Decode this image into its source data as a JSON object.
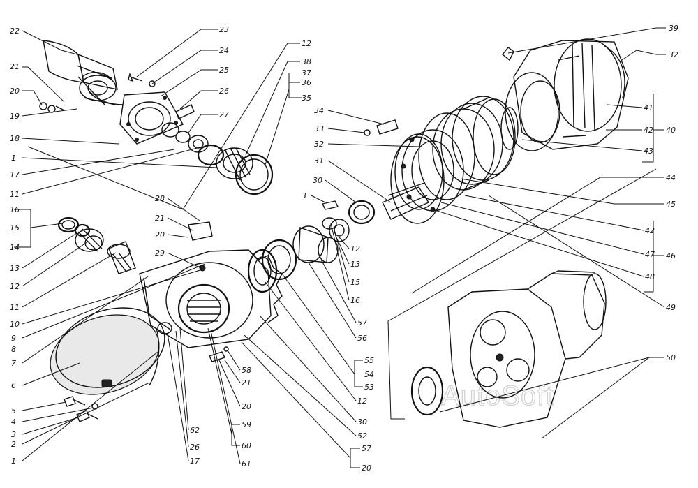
{
  "labels": [
    {
      "id": "22a",
      "text": "22"
    },
    {
      "id": "21a",
      "text": "21"
    },
    {
      "id": "20a",
      "text": "20"
    },
    {
      "id": "19",
      "text": "19"
    },
    {
      "id": "18",
      "text": "18"
    },
    {
      "id": "1a",
      "text": "1"
    },
    {
      "id": "17a",
      "text": "17"
    },
    {
      "id": "11a",
      "text": "11"
    },
    {
      "id": "16a",
      "text": "16"
    },
    {
      "id": "15a",
      "text": "15"
    },
    {
      "id": "14",
      "text": "14"
    },
    {
      "id": "13a",
      "text": "13"
    },
    {
      "id": "12a",
      "text": "12"
    },
    {
      "id": "11b",
      "text": "11"
    },
    {
      "id": "10",
      "text": "10"
    },
    {
      "id": "9",
      "text": "9"
    },
    {
      "id": "8",
      "text": "8"
    },
    {
      "id": "7",
      "text": "7"
    },
    {
      "id": "6",
      "text": "6"
    },
    {
      "id": "5",
      "text": "5"
    },
    {
      "id": "4",
      "text": "4"
    },
    {
      "id": "3a",
      "text": "3"
    },
    {
      "id": "2",
      "text": "2"
    },
    {
      "id": "1b",
      "text": "1"
    },
    {
      "id": "23",
      "text": "23"
    },
    {
      "id": "24",
      "text": "24"
    },
    {
      "id": "25",
      "text": "25"
    },
    {
      "id": "26a",
      "text": "26"
    },
    {
      "id": "27",
      "text": "27"
    },
    {
      "id": "12b",
      "text": "12"
    },
    {
      "id": "38",
      "text": "38"
    },
    {
      "id": "37",
      "text": "37"
    },
    {
      "id": "36",
      "text": "36"
    },
    {
      "id": "35",
      "text": "35"
    },
    {
      "id": "34",
      "text": "34"
    },
    {
      "id": "33",
      "text": "33"
    },
    {
      "id": "32a",
      "text": "32"
    },
    {
      "id": "31",
      "text": "31"
    },
    {
      "id": "30a",
      "text": "30"
    },
    {
      "id": "3b",
      "text": "3"
    },
    {
      "id": "28",
      "text": "28"
    },
    {
      "id": "21b",
      "text": "21"
    },
    {
      "id": "20b",
      "text": "20"
    },
    {
      "id": "29",
      "text": "29"
    },
    {
      "id": "12c",
      "text": "12"
    },
    {
      "id": "13b",
      "text": "13"
    },
    {
      "id": "15b",
      "text": "15"
    },
    {
      "id": "16b",
      "text": "16"
    },
    {
      "id": "57a",
      "text": "57"
    },
    {
      "id": "56",
      "text": "56"
    },
    {
      "id": "55",
      "text": "55"
    },
    {
      "id": "54",
      "text": "54"
    },
    {
      "id": "53",
      "text": "53"
    },
    {
      "id": "12d",
      "text": "12"
    },
    {
      "id": "30b",
      "text": "30"
    },
    {
      "id": "52",
      "text": "52"
    },
    {
      "id": "58",
      "text": "58"
    },
    {
      "id": "21c",
      "text": "21"
    },
    {
      "id": "20c",
      "text": "20"
    },
    {
      "id": "59",
      "text": "59"
    },
    {
      "id": "60",
      "text": "60"
    },
    {
      "id": "61",
      "text": "61"
    },
    {
      "id": "62",
      "text": "62"
    },
    {
      "id": "26b",
      "text": "26"
    },
    {
      "id": "17b",
      "text": "17"
    },
    {
      "id": "57b",
      "text": "57"
    },
    {
      "id": "20d",
      "text": "20"
    },
    {
      "id": "39",
      "text": "39"
    },
    {
      "id": "32b",
      "text": "32"
    },
    {
      "id": "41",
      "text": "41"
    },
    {
      "id": "42a",
      "text": "42"
    },
    {
      "id": "43",
      "text": "43"
    },
    {
      "id": "40",
      "text": "40"
    },
    {
      "id": "44",
      "text": "44"
    },
    {
      "id": "45",
      "text": "45"
    },
    {
      "id": "42b",
      "text": "42"
    },
    {
      "id": "47",
      "text": "47"
    },
    {
      "id": "46",
      "text": "46"
    },
    {
      "id": "48",
      "text": "48"
    },
    {
      "id": "49",
      "text": "49"
    },
    {
      "id": "50",
      "text": "50"
    }
  ],
  "watermark": "AutoSoft"
}
